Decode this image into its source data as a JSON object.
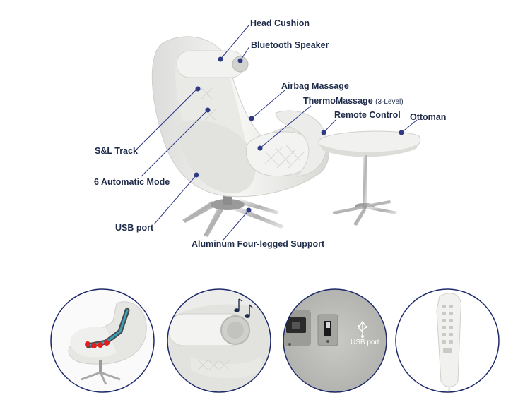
{
  "features": {
    "head_cushion": "Head Cushion",
    "bluetooth_speaker": "Bluetooth Speaker",
    "airbag_massage": "Airbag Massage",
    "thermomassage": "ThermoMassage",
    "thermomassage_level": "(3-Level)",
    "remote_control": "Remote Control",
    "ottoman": "Ottoman",
    "sl_track": "S&L Track",
    "automatic_mode": "6 Automatic Mode",
    "usb_port": "USB port",
    "aluminum_support": "Aluminum Four-legged Support"
  },
  "detail_circles": {
    "usb_port_caption": "USB port"
  },
  "colors": {
    "label_text": "#1e2a4a",
    "dot": "#2e3a86",
    "leader_line": "#2e3a86",
    "chair_white": "#eeeeec",
    "fabric_gray": "#b9b9b6"
  },
  "icons": [
    "music-note-icon",
    "usb-icon"
  ]
}
